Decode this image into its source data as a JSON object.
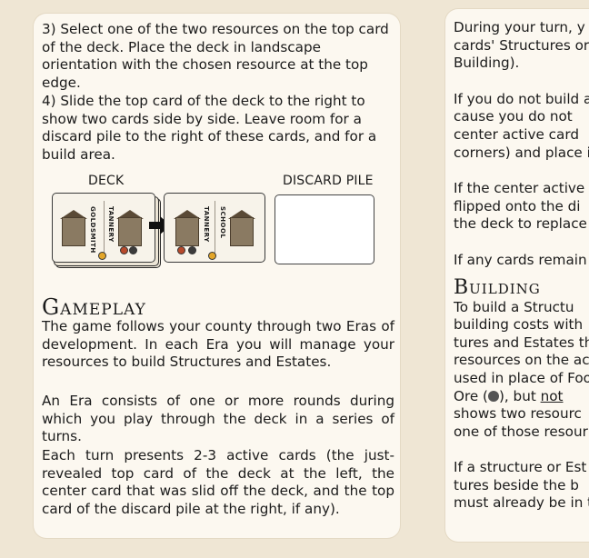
{
  "left_page": {
    "step3": "3) Select one of the two resources on the top card of the deck. Place the deck in landscape orientation with the chosen resource at the top edge.",
    "step4": "4) Slide the top card of the deck to the right to show two cards side by side. Leave room for a discard pile to the right of these cards, and for a build area.",
    "figure": {
      "deck_label": "DECK",
      "discard_label": "DISCARD PILE",
      "card1_left_name": "GOLDSMITH",
      "card1_right_name": "TANNERY",
      "card2_left_name": "TANNERY",
      "card2_right_name": "SCHOOL"
    },
    "gameplay_heading": "Gameplay",
    "gameplay_p1": "The game follows your county through two Eras of development. In each Era you will manage your resources to build Structures and Estates.",
    "gameplay_p2": "An Era consists of one or more rounds during which you play through the deck in a series of turns.",
    "gameplay_p3": "Each turn presents 2-3 active cards (the just-revealed top card of the deck at the left, the center card that was slid off the deck, and the top card of the discard pile at the right, if any)."
  },
  "right_page": {
    "l1": "During your turn, y",
    "l2": "cards' Structures or",
    "l3": "Building).",
    "l4": "If you do not build a",
    "l5": "cause you do not",
    "l6": "center active card",
    "l7": "corners) and place i",
    "l8": "If the center active c",
    "l9": "flipped onto the di",
    "l10": "the deck to replace",
    "l11": "If any cards remain",
    "building_heading": "Building",
    "l12": "To build a Structu",
    "l13": "building costs with",
    "l14": "tures and Estates th",
    "l15": "resources on the ac",
    "l16": "used in place of Foo",
    "l17_a": "Ore (",
    "l17_b": "), but ",
    "l17_c": "not",
    "l18": "shows two resourc",
    "l19": "one of those resour",
    "l20": "If a structure or Est",
    "l21": "tures beside the b",
    "l22": "must already be in t"
  },
  "colors": {
    "background": "#efe6d4",
    "page": "#fcf8f0",
    "text": "#1b1b1b"
  }
}
